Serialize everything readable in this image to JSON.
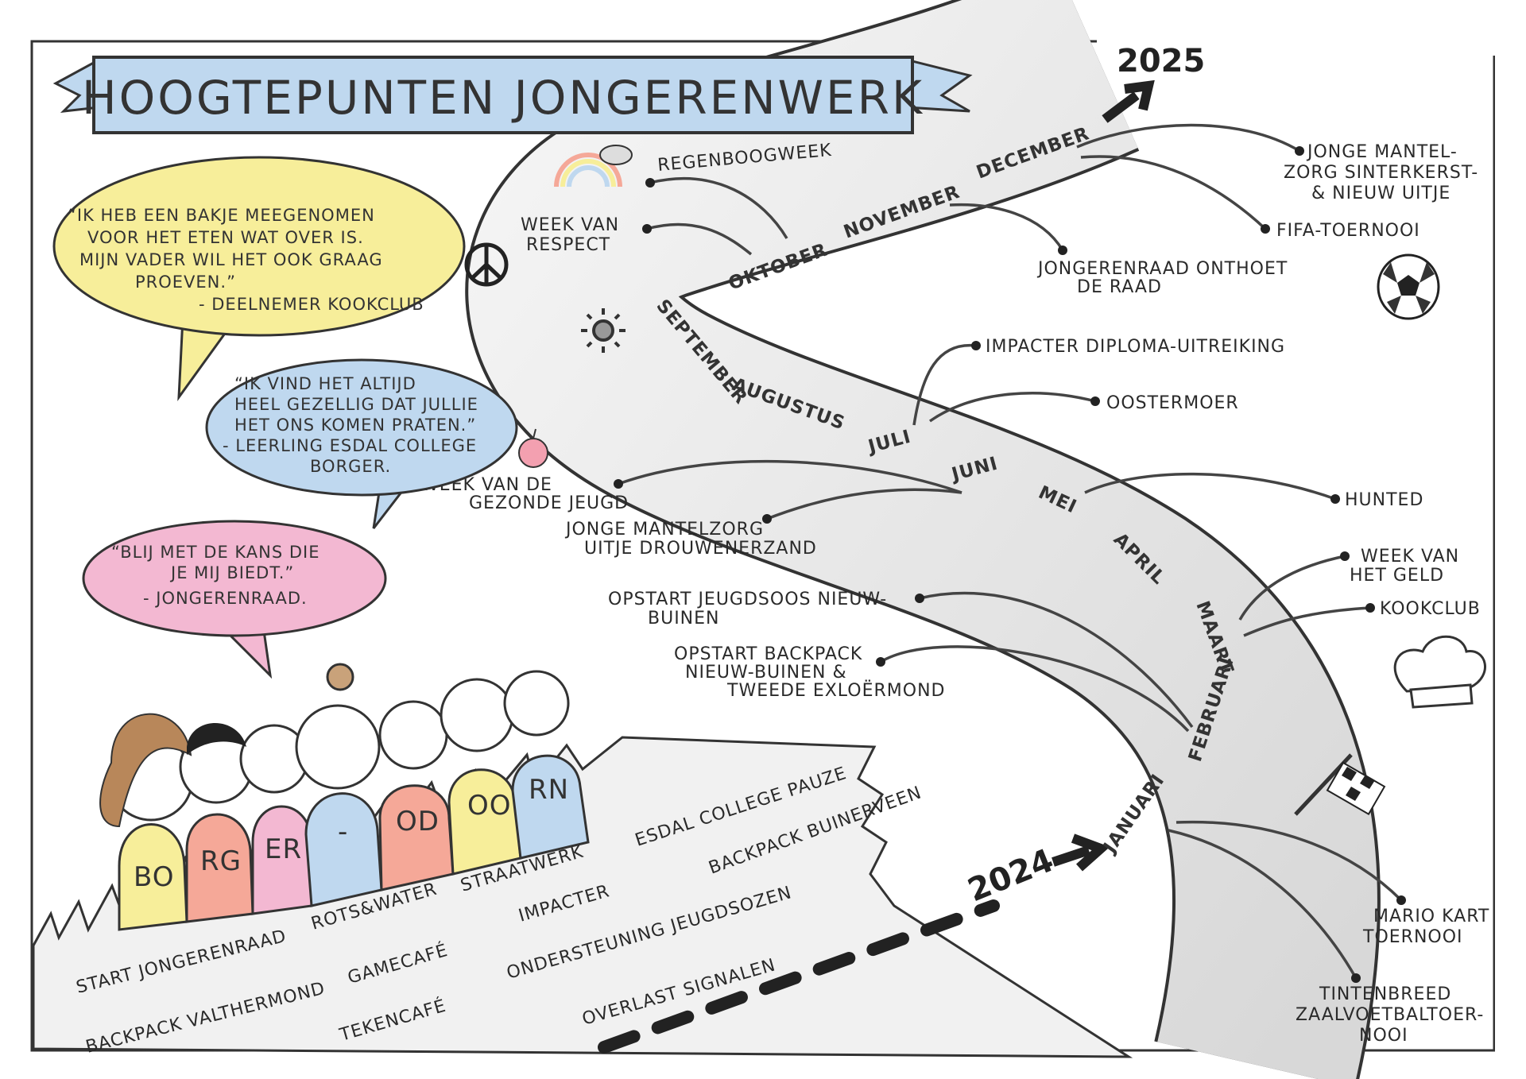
{
  "title": "HOOGTEPUNTEN JONGERENWERK",
  "years": {
    "start": "2024",
    "end": "2025"
  },
  "months": {
    "januari": "JANUARI",
    "februari": "FEBRUARI",
    "maart": "MAART",
    "april": "APRIL",
    "mei": "MEI",
    "juni": "JUNI",
    "juli": "JULI",
    "augustus": "AUGUSTUS",
    "september": "SEPTEMBER",
    "oktober": "OKTOBER",
    "november": "NOVEMBER",
    "december": "DECEMBER"
  },
  "quotes": [
    {
      "lines": [
        "“IK HEB EEN BAKJE MEEGENOMEN",
        "VOOR HET ETEN WAT OVER IS.",
        "MIJN VADER WIL HET OOK GRAAG",
        "PROEVEN.”"
      ],
      "author": "- DEELNEMER KOOKCLUB",
      "color": "#f7ee9a"
    },
    {
      "lines": [
        "“IK VIND HET ALTIJD",
        "HEEL GEZELLIG DAT JULLIE",
        "HET ONS KOMEN PRATEN.”"
      ],
      "author": [
        "- LEERLING ESDAL COLLEGE",
        "BORGER."
      ],
      "color": "#bfd8ef"
    },
    {
      "lines": [
        "“BLIJ MET DE KANS DIE",
        "JE MIJ BIEDT.”"
      ],
      "author": "- JONGERENRAAD.",
      "color": "#f3b8d2"
    }
  ],
  "kids": [
    "BO",
    "RG",
    "ER",
    "-",
    "OD",
    "OO",
    "RN"
  ],
  "road_labels": [
    "START JONGERENRAAD",
    "BACKPACK VALTHERMOND",
    "ROTS&WATER",
    "GAMECAFÉ",
    "TEKENCAFÉ",
    "STRAATWERK",
    "IMPACTER",
    "ONDERSTEUNING JEUGDSOZEN",
    "OVERLAST SIGNALEN",
    "ESDAL COLLEGE PAUZE",
    "BACKPACK BUINERVEEN"
  ],
  "events": {
    "regenboogweek": [
      "REGENBOOGWEEK"
    ],
    "week_van_respect": [
      "WEEK VAN",
      "RESPECT"
    ],
    "jonge_mantelzorg_sinterkerst": [
      "JONGE MANTEL-",
      "ZORG SINTERKERST-",
      "& NIEUW UITJE"
    ],
    "fifa": [
      "FIFA-TOERNOOI"
    ],
    "jongerenraad_onthoet": [
      "JONGERENRAAD  ONTHOET",
      "DE RAAD"
    ],
    "impacter_diploma": [
      "IMPACTER DIPLOMA-UITREIKING"
    ],
    "oostermoer": [
      "OOSTERMOER"
    ],
    "hunted": [
      "HUNTED"
    ],
    "week_van_het_geld": [
      "WEEK VAN",
      "HET GELD"
    ],
    "kookclub": [
      "KOOKCLUB"
    ],
    "mario_kart": [
      "MARIO KART",
      "TOERNOOI"
    ],
    "tintenbreed": [
      "TINTENBREED",
      "ZAALVOETBALTOER-",
      "NOOI"
    ],
    "week_gezonde_jeugd": [
      "WEEK VAN DE",
      "GEZONDE JEUGD"
    ],
    "jonge_mantelzorg_drouwenerzand": [
      "JONGE MANTELZORG",
      "UITJE DROUWENERZAND"
    ],
    "opstart_jeugdsoos": [
      "OPSTART JEUGDSOOS NIEUW-",
      "BUINEN"
    ],
    "opstart_backpack": [
      "OPSTART BACKPACK",
      "NIEUW-BUINEN &",
      "TWEEDE EXLOËRMOND"
    ]
  },
  "colors": {
    "banner": "#bfd8ef",
    "road": "#ececec",
    "yellow": "#f7ee9a",
    "salmon": "#f5a898",
    "pink": "#f3b8d2",
    "blue": "#bfd8ef"
  }
}
